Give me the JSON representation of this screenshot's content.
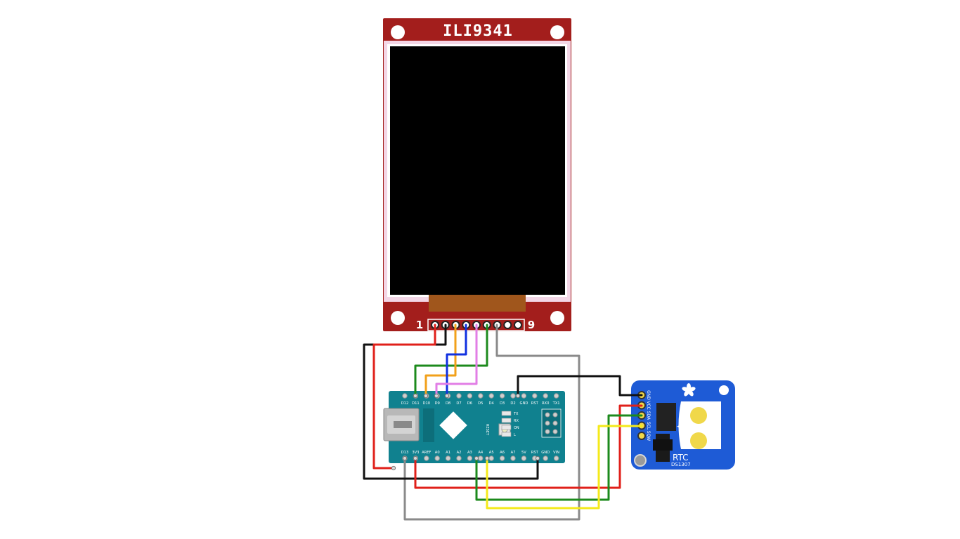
{
  "display": {
    "title": "ILI9341",
    "pin_first": "1",
    "pin_last": "9",
    "board_color": "#a31e1c",
    "screen_color": "#000000",
    "connector_color": "#a0561c"
  },
  "nano": {
    "board_color": "#10818f",
    "top_pins": [
      "D12",
      "D11",
      "D10",
      "D9",
      "D8",
      "D7",
      "D6",
      "D5",
      "D4",
      "D3",
      "D2",
      "GND",
      "RST",
      "RX0",
      "TX1"
    ],
    "bottom_pins": [
      "D13",
      "3V3",
      "AREF",
      "A0",
      "A1",
      "A2",
      "A3",
      "A4",
      "A5",
      "A6",
      "A7",
      "5V",
      "RST",
      "GND",
      "VIN"
    ],
    "reset_label": "RESET",
    "led_labels": [
      "TX",
      "RX",
      "ON",
      "L"
    ]
  },
  "rtc": {
    "board_color": "#1e5bd6",
    "pins": [
      "GND",
      "VCC",
      "SDA",
      "SCL",
      "SQW"
    ],
    "label": "RTC",
    "chip": "DS1307"
  },
  "wires": {
    "red": "#e0201a",
    "black": "#111111",
    "orange": "#f2a01a",
    "blue": "#1030e0",
    "pink": "#e27ee6",
    "green": "#1c8a1c",
    "gray": "#8a8a8a",
    "yellow": "#f4ea1a"
  }
}
